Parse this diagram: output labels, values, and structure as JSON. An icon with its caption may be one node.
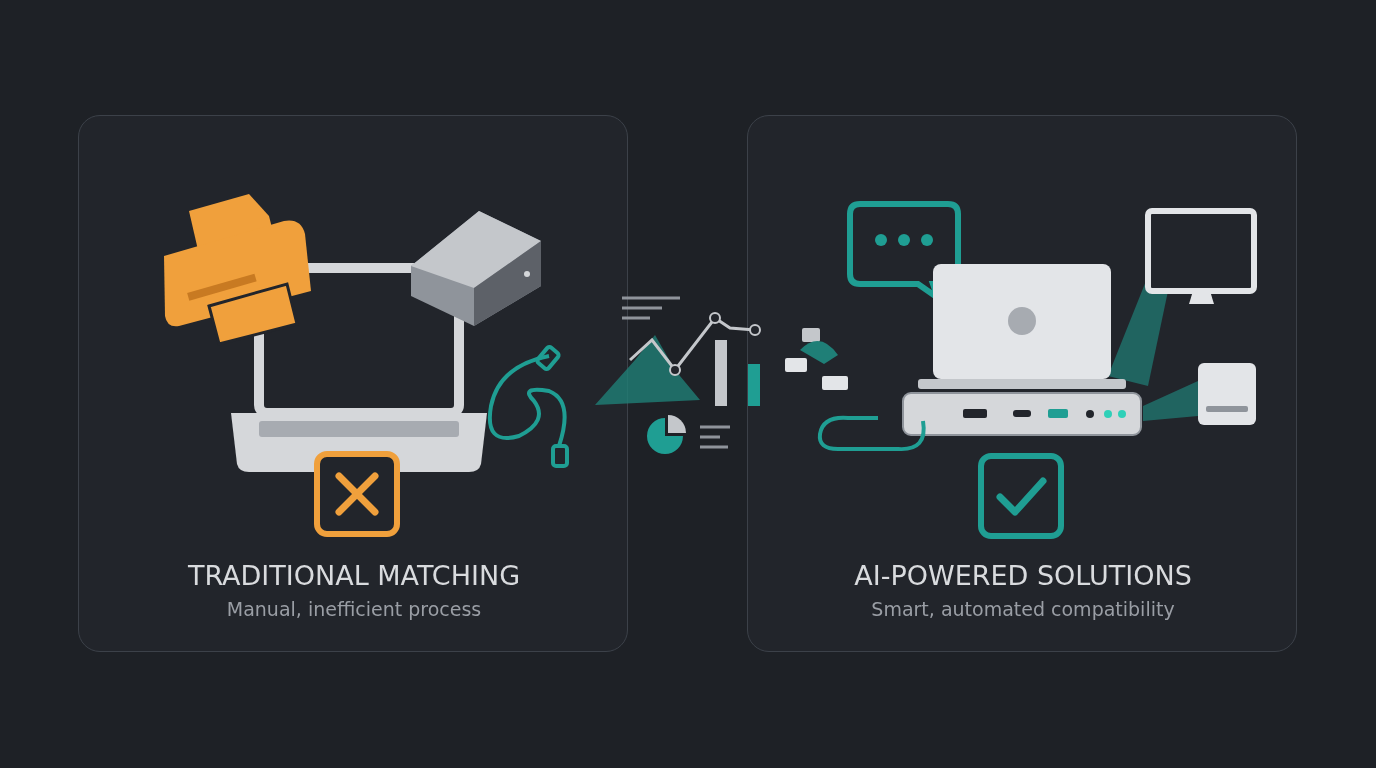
{
  "diagram": {
    "nodes": [
      {
        "text": [
          "TRADITIONAL MATCHING",
          "Manual, inefficient process"
        ]
      },
      {
        "text": [
          "AI-POWERED SOLUTIONS",
          "Smart, automated compatibility"
        ]
      }
    ]
  }
}
